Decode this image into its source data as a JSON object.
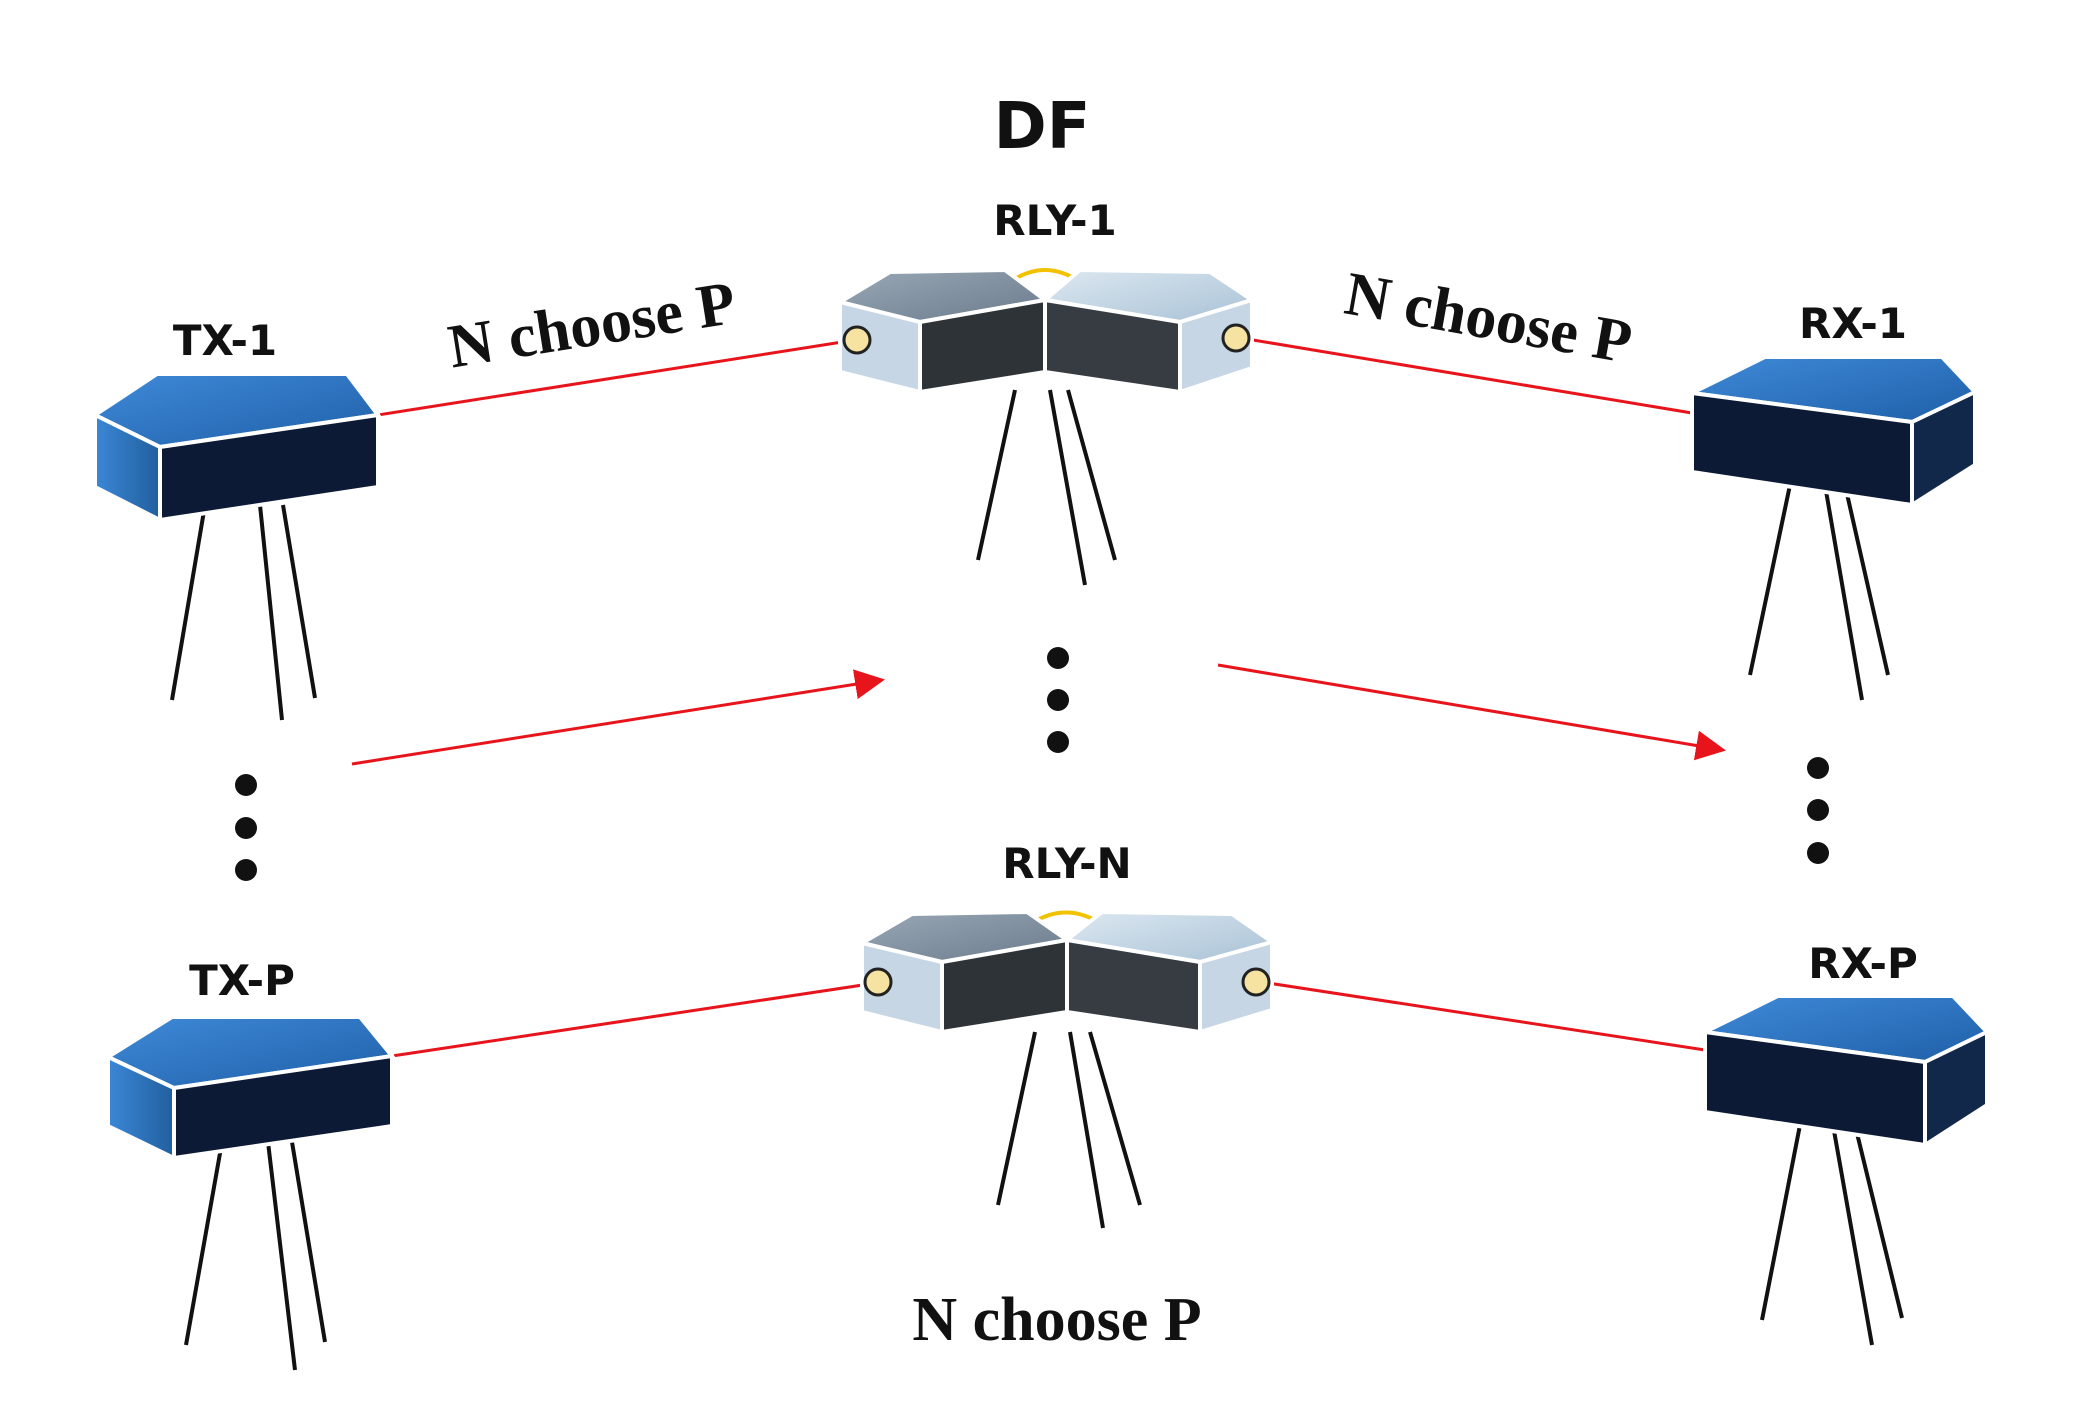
{
  "title": "DF",
  "transmitters": [
    {
      "label": "TX-1"
    },
    {
      "label": "TX-P"
    }
  ],
  "relays": [
    {
      "label": "RLY-1"
    },
    {
      "label": "RLY-N"
    }
  ],
  "receivers": [
    {
      "label": "RX-1"
    },
    {
      "label": "RX-P"
    }
  ],
  "link_labels": {
    "tx_to_relay": "N choose P",
    "relay_to_rx": "N choose P",
    "bottom": "N choose P"
  },
  "colors": {
    "link": "#e8141b",
    "tx_rx_top": "#2f78c8",
    "tx_rx_body": "#0d1a35",
    "relay_top_left": "#7f90a2",
    "relay_top_right": "#b9cfe0",
    "relay_body": "#2e3338",
    "relay_port": "#f7e3a1",
    "relay_hinge": "#f2c200"
  }
}
